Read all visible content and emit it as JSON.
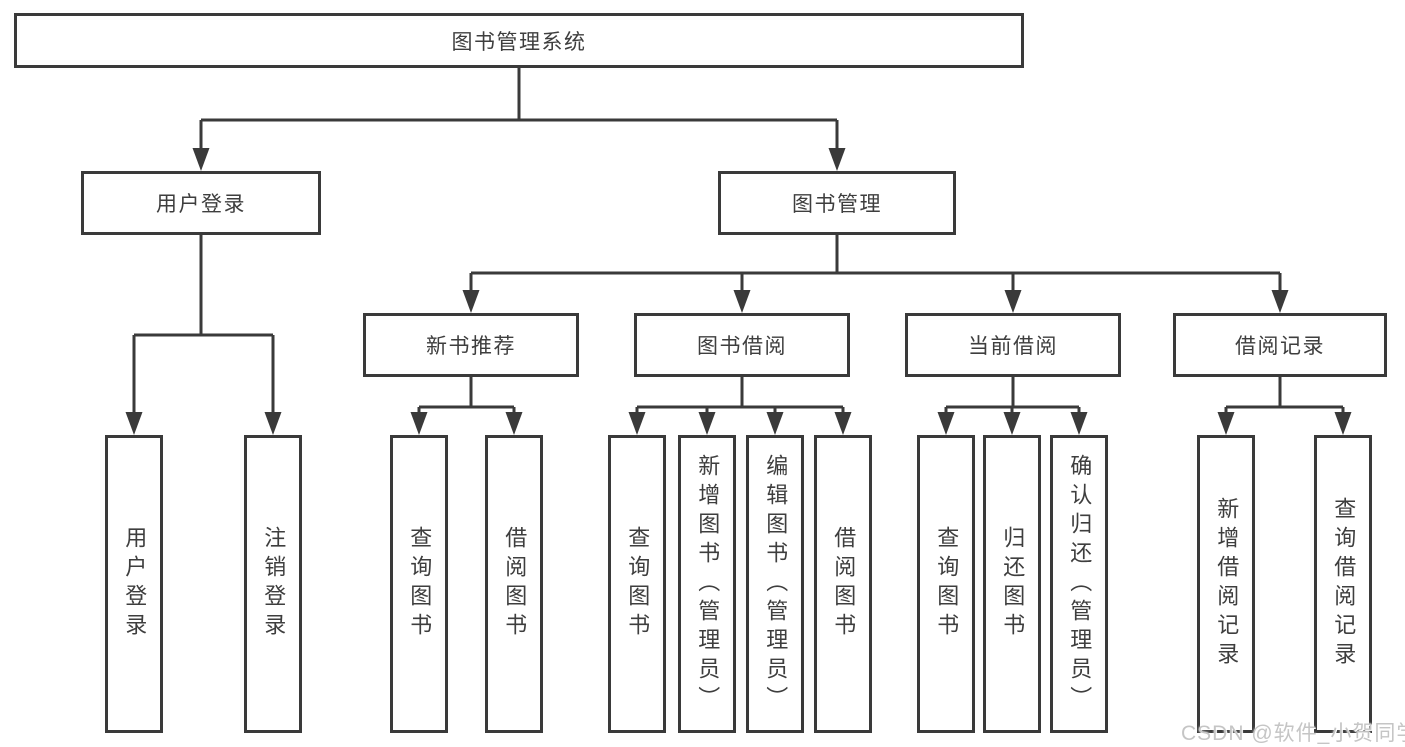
{
  "tree": {
    "root": {
      "label": "图书管理系统"
    },
    "branches": [
      {
        "label": "用户登录",
        "children": [
          {
            "label": "用户登录"
          },
          {
            "label": "注销登录"
          }
        ]
      },
      {
        "label": "图书管理",
        "children": [
          {
            "label": "新书推荐",
            "children": [
              {
                "label": "查询图书"
              },
              {
                "label": "借阅图书"
              }
            ]
          },
          {
            "label": "图书借阅",
            "children": [
              {
                "label": "查询图书"
              },
              {
                "label": "新增图书（管理员）"
              },
              {
                "label": "编辑图书（管理员）"
              },
              {
                "label": "借阅图书"
              }
            ]
          },
          {
            "label": "当前借阅",
            "children": [
              {
                "label": "查询图书"
              },
              {
                "label": "归还图书"
              },
              {
                "label": "确认归还（管理员）"
              }
            ]
          },
          {
            "label": "借阅记录",
            "children": [
              {
                "label": "新增借阅记录"
              },
              {
                "label": "查询借阅记录"
              }
            ]
          }
        ]
      }
    ]
  },
  "watermark": {
    "text": "CSDN @软件_小贺同学"
  },
  "colors": {
    "line": "#3a3a3a",
    "text": "#3e3e3e",
    "background": "#ffffff",
    "watermark": "#c5c5c5"
  }
}
